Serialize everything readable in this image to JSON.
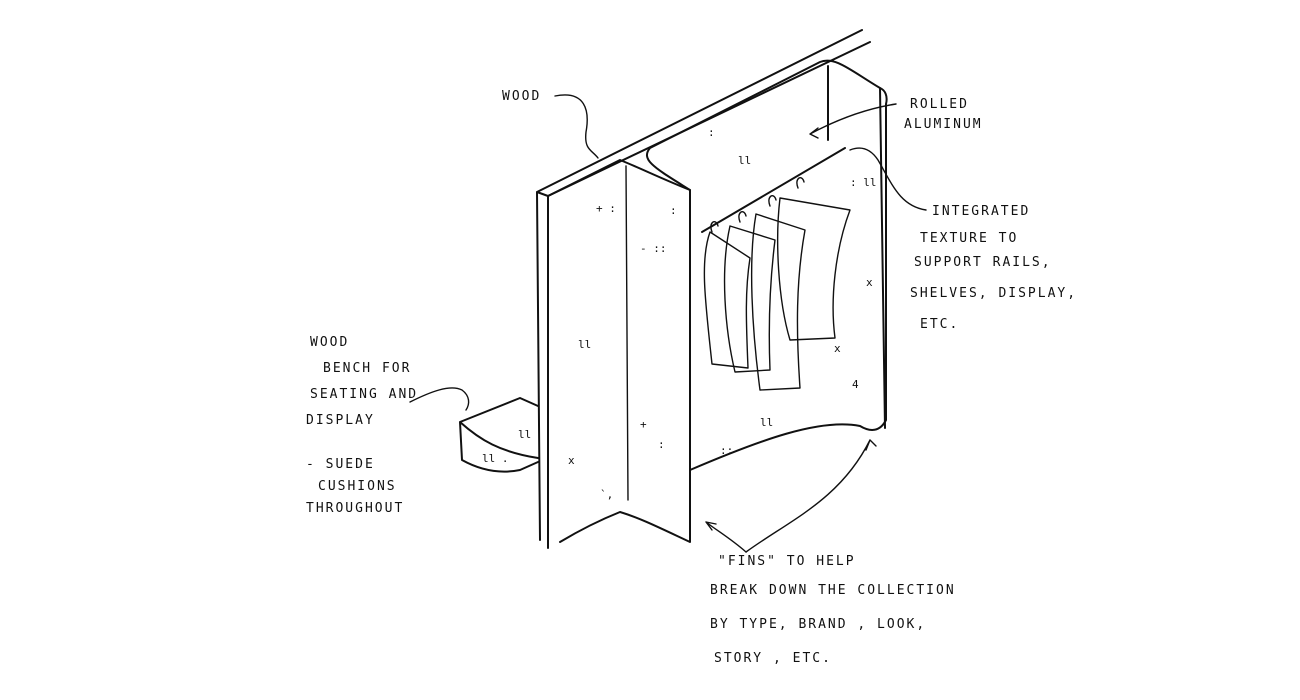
{
  "annotations": {
    "wood_top": "WOOD",
    "rolled_aluminum": [
      "ROLLED",
      "ALUMINUM"
    ],
    "integrated_texture": [
      "INTEGRATED",
      "TEXTURE TO",
      "SUPPORT RAILS,",
      "SHELVES, DISPLAY,",
      "ETC."
    ],
    "bench": [
      "WOOD",
      "BENCH FOR",
      "SEATING AND",
      "DISPLAY"
    ],
    "suede": [
      "- SUEDE",
      "CUSHIONS",
      "THROUGHOUT"
    ],
    "fins": [
      "\"FINS\" TO HELP",
      "BREAK DOWN THE COLLECTION",
      "BY TYPE, BRAND , LOOK,",
      "STORY , ETC."
    ]
  }
}
